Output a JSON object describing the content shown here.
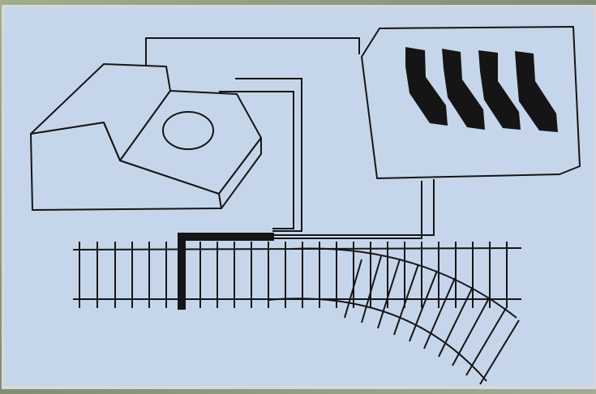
{
  "diagram": {
    "title": "",
    "colors": {
      "background": "#8a9a7e",
      "panel": "#c6d6ea",
      "panel_edge": "#d8d8d8",
      "line": "#151515",
      "fill": "#151515"
    },
    "components": [
      {
        "id": "control-unit",
        "label": "",
        "shape": "wedge-block",
        "feature": "round-dial"
      },
      {
        "id": "lever-frame",
        "label": "",
        "shape": "panel",
        "lever_count": 4
      },
      {
        "id": "turnout",
        "label": "",
        "shape": "track-switch",
        "branch": "diverging-right"
      },
      {
        "id": "actuator-rod",
        "label": "",
        "shape": "l-bar"
      }
    ],
    "connections": [
      {
        "from": "lever-frame",
        "to": "turnout",
        "wires": 2
      },
      {
        "from": "control-unit",
        "to": "turnout",
        "wires": 2
      }
    ]
  }
}
